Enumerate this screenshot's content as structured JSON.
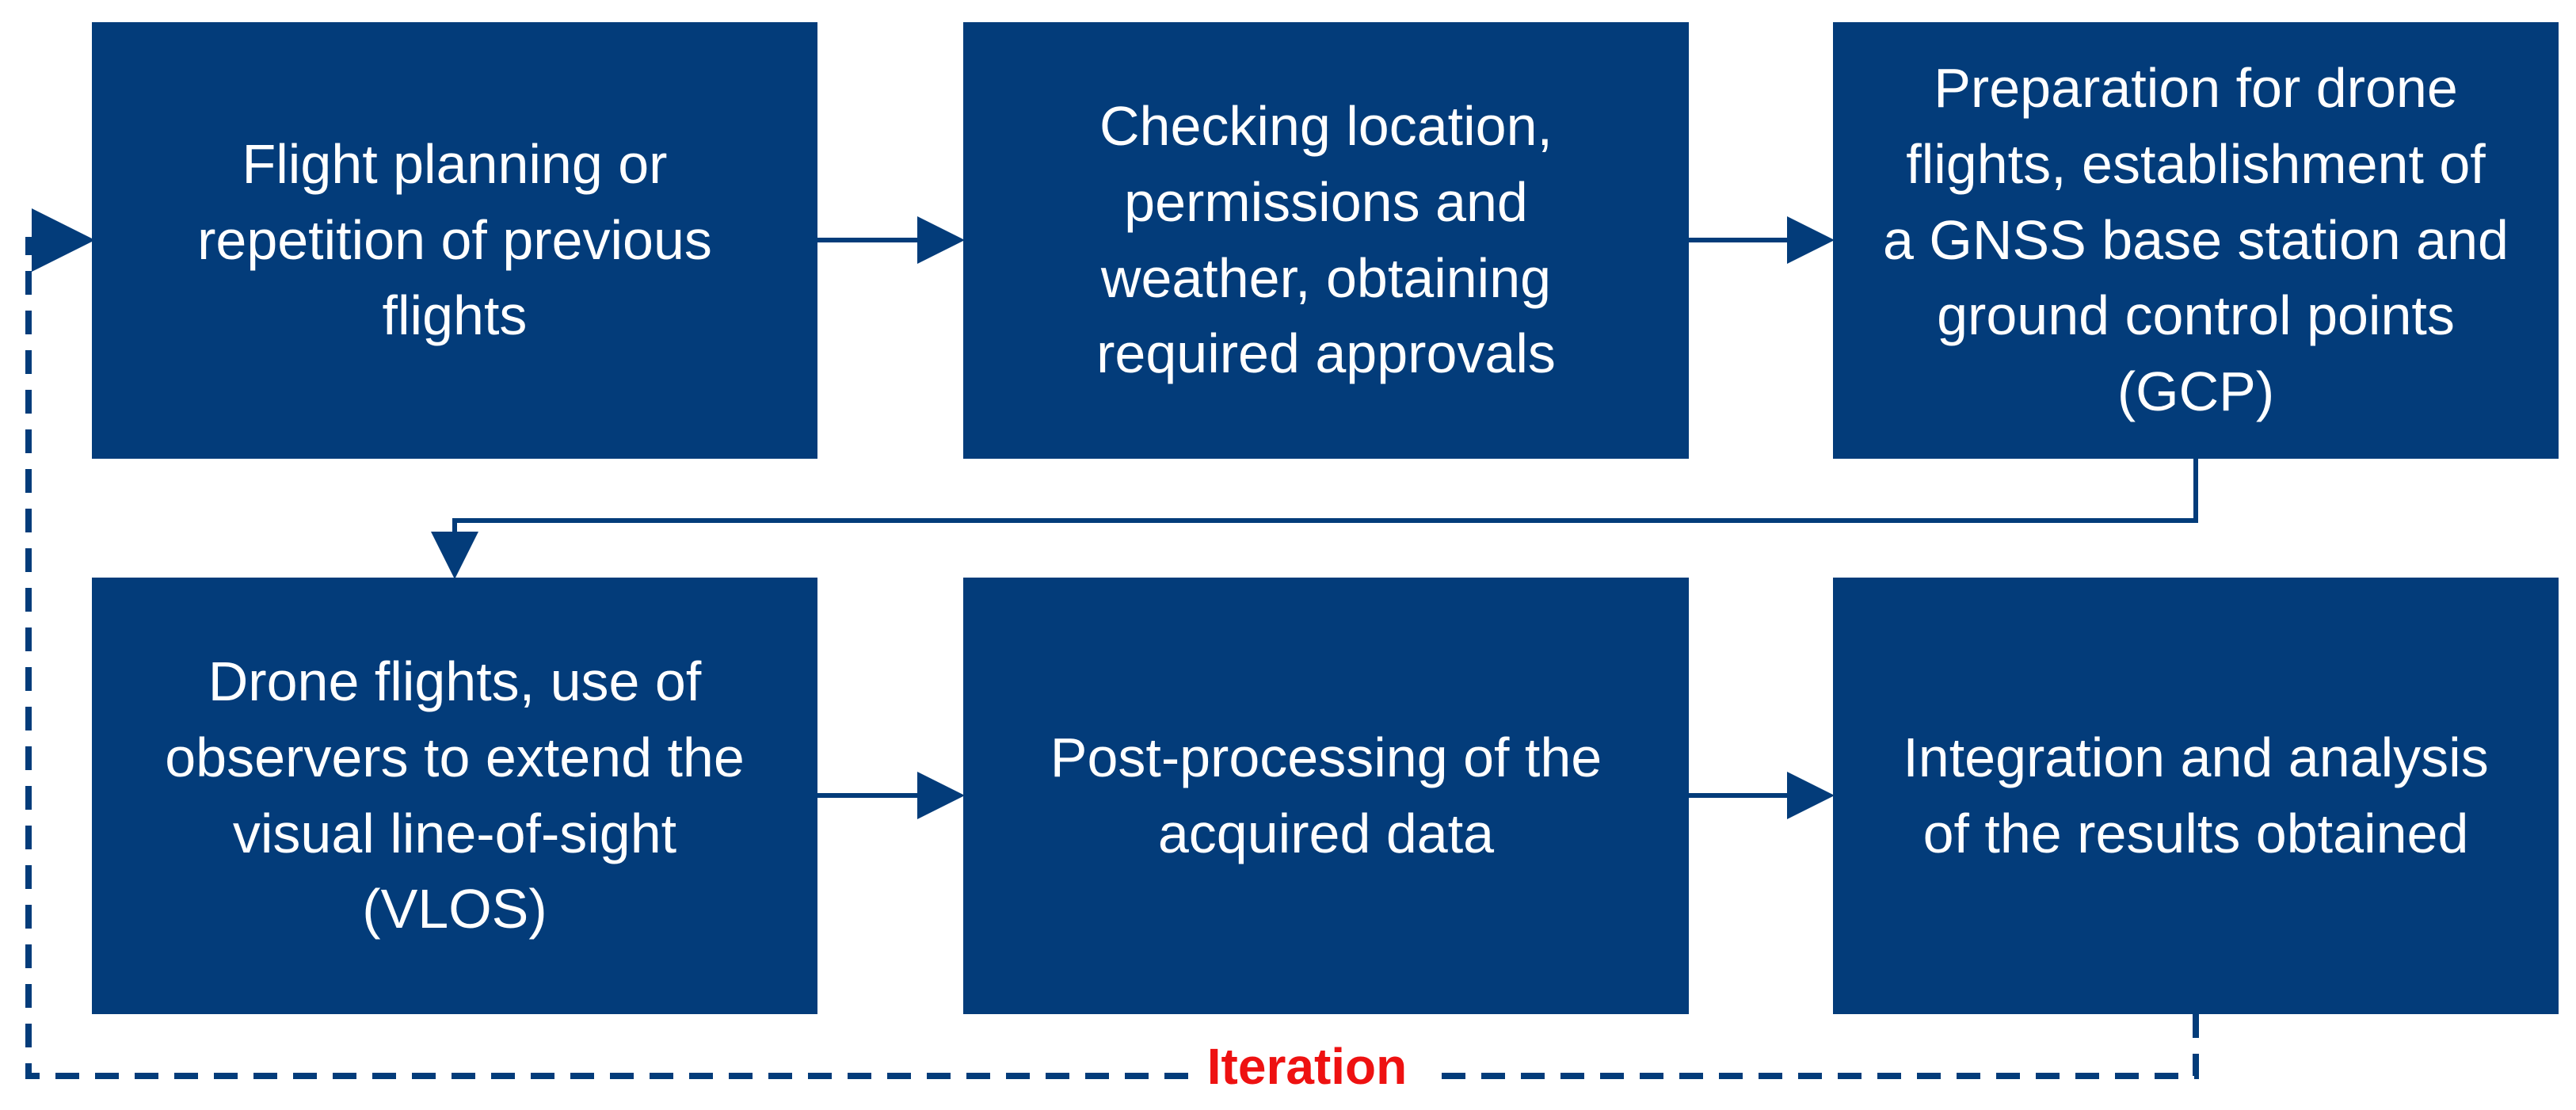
{
  "colors": {
    "box_fill": "#033c7a",
    "box_text": "#ffffff",
    "arrow": "#033c7a",
    "iteration_label": "#ee1111"
  },
  "steps": [
    "Flight planning or\nrepetition of previous\nflights",
    "Checking location,\npermissions and\nweather, obtaining\nrequired approvals",
    "Preparation for drone\nflights, establishment of\na GNSS base station and\nground control points\n(GCP)",
    "Drone flights, use of\nobservers to extend the\nvisual line-of-sight\n(VLOS)",
    "Post-processing of the\nacquired data",
    "Integration and analysis\nof the results obtained"
  ],
  "loop": {
    "label": "Iteration"
  }
}
